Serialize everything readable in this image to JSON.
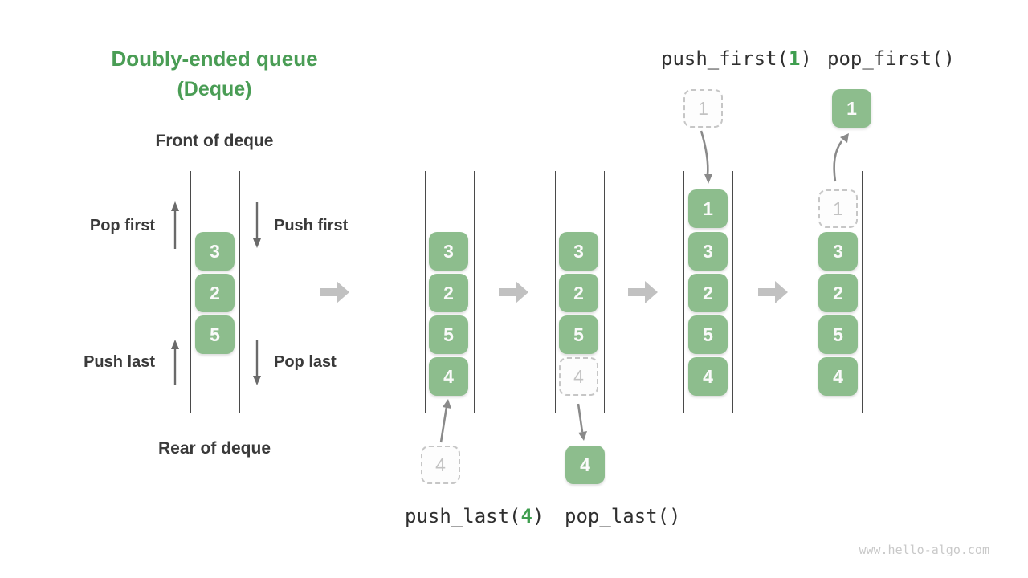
{
  "title": {
    "line1": "Doubly-ended queue",
    "line2": "(Deque)"
  },
  "queue_labels": {
    "front": "Front of deque",
    "rear": "Rear of deque",
    "pop_first": "Pop first",
    "push_first": "Push first",
    "push_last": "Push last",
    "pop_last": "Pop last"
  },
  "operations": {
    "push_first": {
      "pre": "push_first(",
      "arg": "1",
      "post": ")"
    },
    "pop_first": {
      "label": "pop_first()"
    },
    "push_last": {
      "pre": "push_last(",
      "arg": "4",
      "post": ")"
    },
    "pop_last": {
      "label": "pop_last()"
    }
  },
  "queues": {
    "q1": {
      "items": [
        "3",
        "2",
        "5"
      ]
    },
    "q2": {
      "items": [
        "3",
        "2",
        "5",
        "4"
      ],
      "incoming": "4"
    },
    "q3": {
      "items": [
        "3",
        "2",
        "5"
      ],
      "ghost": "4",
      "outgoing": "4"
    },
    "q4": {
      "items": [
        "1",
        "3",
        "2",
        "5",
        "4"
      ],
      "incoming": "1"
    },
    "q5": {
      "items": [
        "3",
        "2",
        "5",
        "4"
      ],
      "ghost": "1",
      "outgoing": "1"
    }
  },
  "icons": {
    "pop_first": "up-arrow-icon",
    "push_first": "down-arrow-icon",
    "push_last": "up-arrow-icon",
    "pop_last": "down-arrow-icon",
    "transitions": [
      "right-arrow-icon",
      "right-arrow-icon",
      "right-arrow-icon",
      "right-arrow-icon"
    ]
  },
  "colors": {
    "element_green": "#8dbd8d",
    "title_green": "#4a9d55",
    "code_arg_green": "#3f9e4f",
    "ghost_gray": "#c6c6c6",
    "text_dark": "#3a3a3a",
    "transition_arrow_gray": "#c1c1c1",
    "watermark_gray": "#c9c9c9"
  },
  "watermark": "www.hello-algo.com"
}
